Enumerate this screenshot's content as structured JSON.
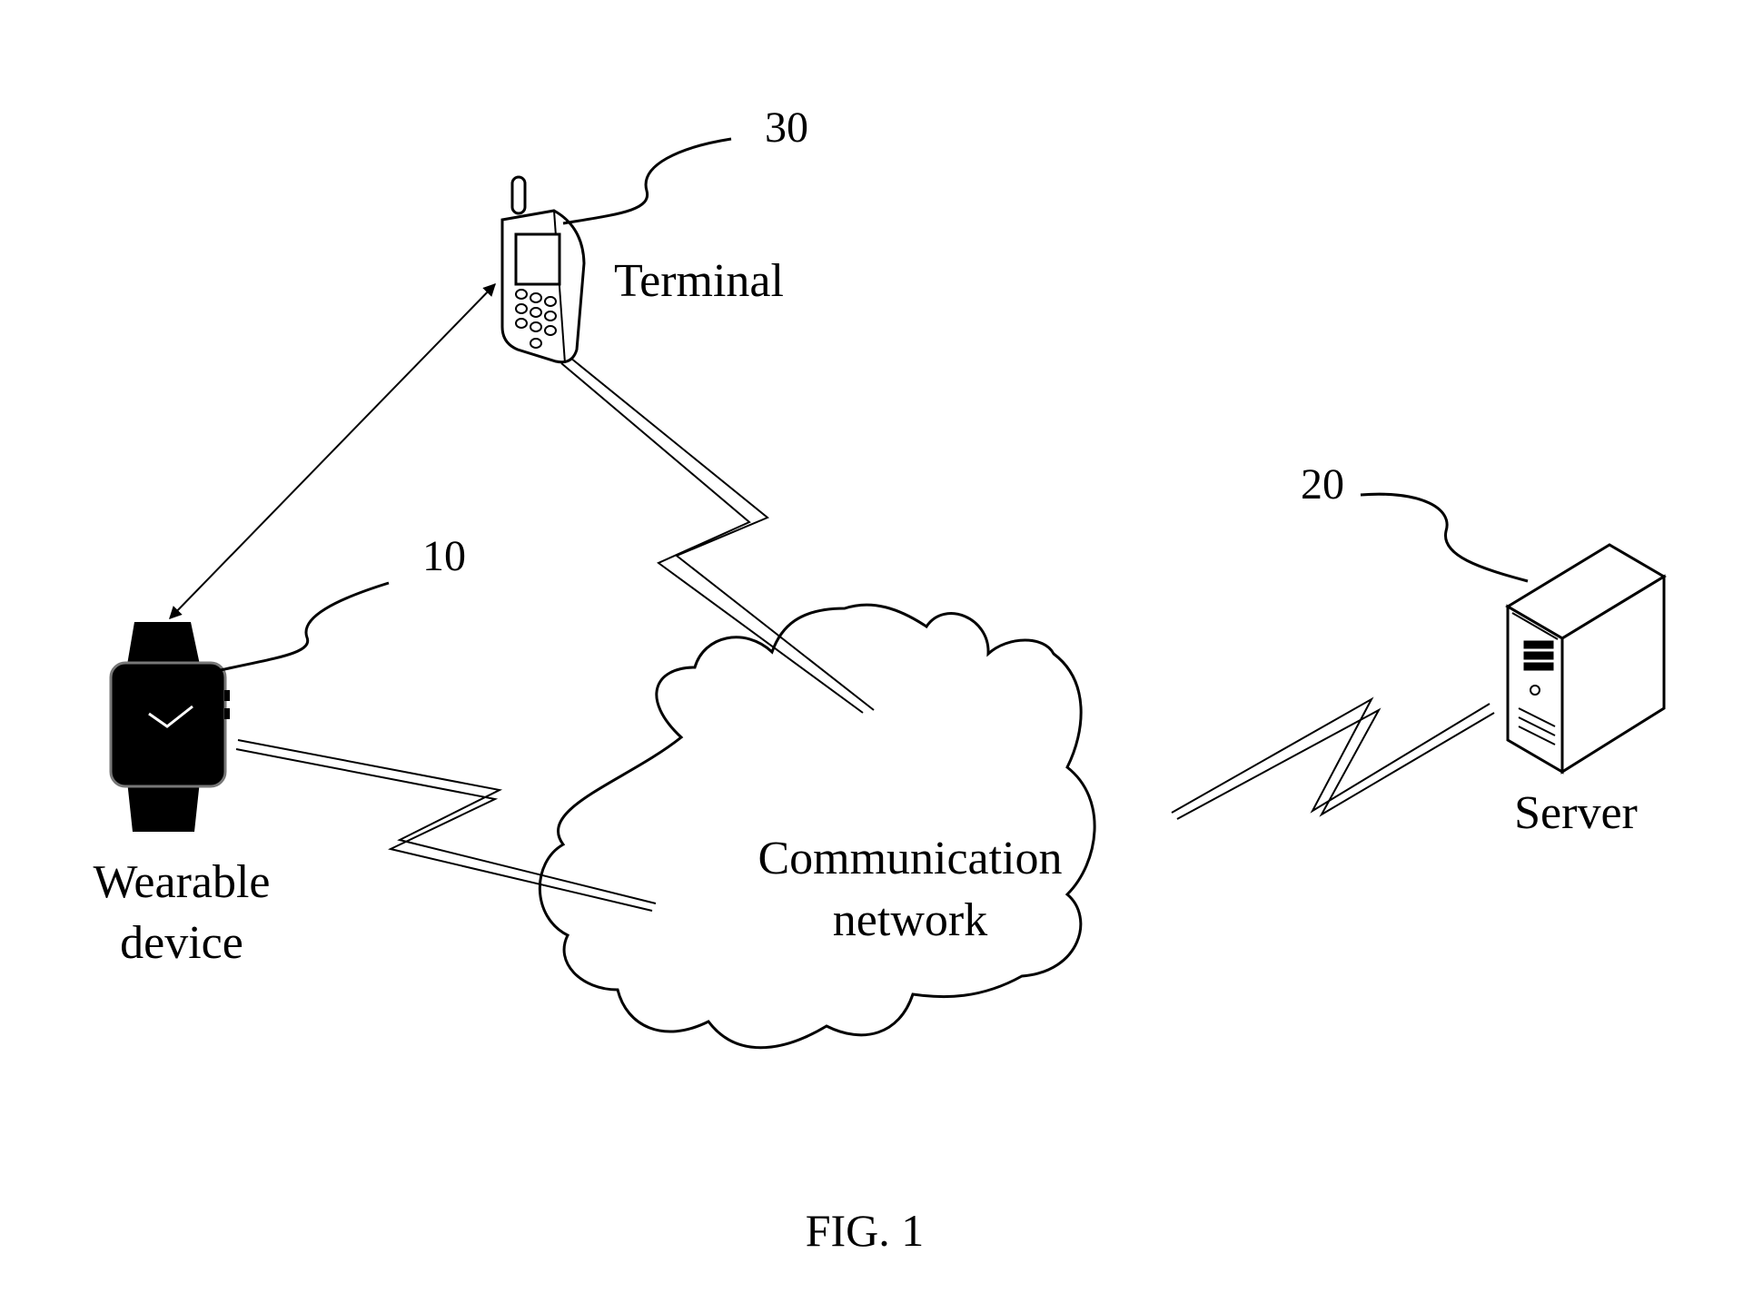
{
  "figure": {
    "caption": "FIG. 1",
    "labels": {
      "terminal": "Terminal",
      "server": "Server",
      "network_line1": "Communication",
      "network_line2": "network",
      "wearable_line1": "Wearable",
      "wearable_line2": "device"
    },
    "refs": {
      "wearable": "10",
      "server": "20",
      "terminal": "30"
    }
  },
  "colors": {
    "ink": "#000000",
    "background": "#ffffff"
  }
}
